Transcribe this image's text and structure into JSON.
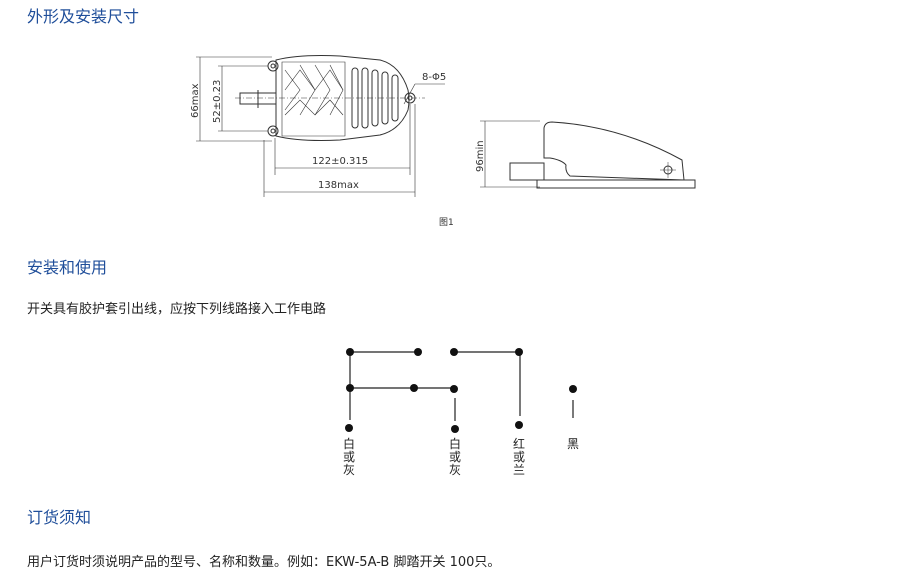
{
  "sections": {
    "dimensions_title": "外形及安装尺寸",
    "install_title": "安装和使用",
    "install_text": "开关具有胶护套引出线，应按下列线路接入工作电路",
    "order_title": "订货须知",
    "order_text": "用户订货时须说明产品的型号、名称和数量。例如：EKW-5A-B 脚踏开关 100只。"
  },
  "figure": {
    "dim_height": "66max",
    "dim_hole_spacing": "52±0.23",
    "dim_holes": "8-Φ5",
    "dim_length": "122±0.315",
    "dim_total": "138max",
    "dim_side_height": "96min",
    "caption": "图1"
  },
  "wiring": {
    "labels": [
      "白或灰",
      "白或灰",
      "红或兰",
      "黑"
    ]
  },
  "colors": {
    "heading": "#1f4e9a"
  }
}
